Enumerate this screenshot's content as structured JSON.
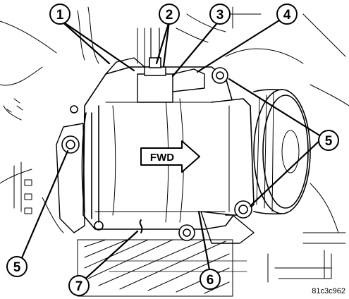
{
  "callouts": [
    {
      "id": "1",
      "label": "1"
    },
    {
      "id": "2",
      "label": "2"
    },
    {
      "id": "3",
      "label": "3"
    },
    {
      "id": "4",
      "label": "4"
    },
    {
      "id": "5",
      "label": "5"
    },
    {
      "id": "5b",
      "label": "5"
    },
    {
      "id": "6",
      "label": "6"
    },
    {
      "id": "7",
      "label": "7"
    }
  ],
  "direction_label": "FWD",
  "figure_code": "81c3c962"
}
